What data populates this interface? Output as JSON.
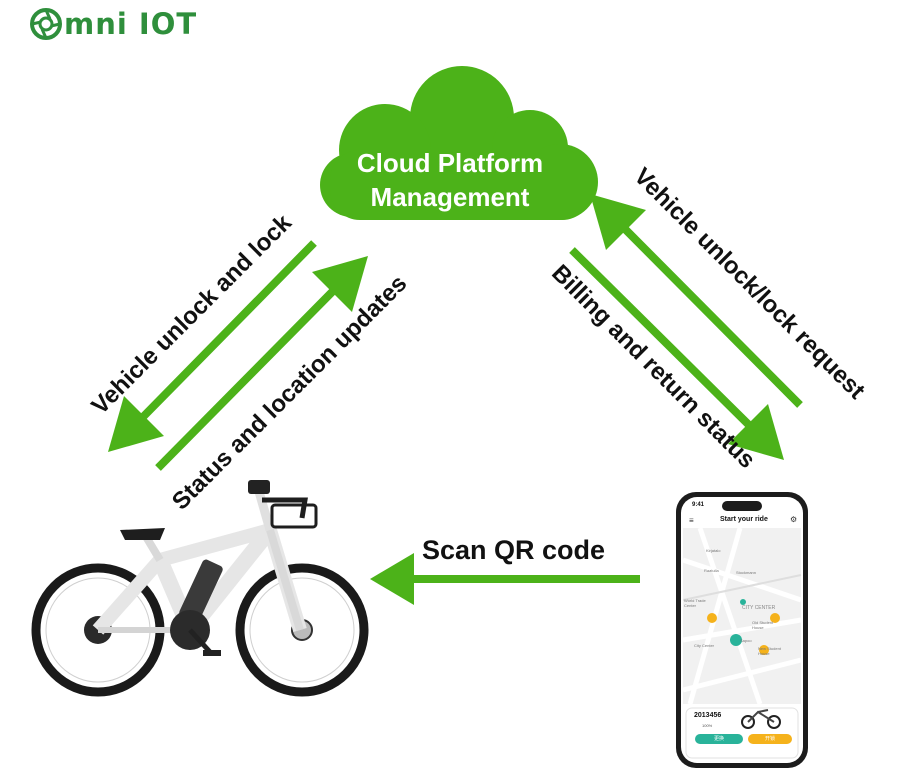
{
  "logo": {
    "text": "mni IOT"
  },
  "cloud": {
    "line1": "Cloud Platform",
    "line2": "Management"
  },
  "flows": {
    "vehicle_unlock_lock": "Vehicle unlock and lock",
    "status_location": "Status and location updates",
    "vehicle_request": "Vehicle unlock/lock request",
    "billing_return": "Billing and return status",
    "scan_qr": "Scan QR code"
  },
  "phone": {
    "time": "9:41",
    "title": "Start your ride",
    "map_labels": [
      "Kirjatalo",
      "Raatulla",
      "Stockmann",
      "World Trade Center",
      "CITY CENTER",
      "Old Student House",
      "City Center",
      "Sapoo",
      "New Student House"
    ],
    "bike_id": "2013456",
    "battery": "100%",
    "btn_left": "更换",
    "btn_right": "开锁"
  },
  "colors": {
    "green": "#4cb219",
    "dark_green": "#2f8f3c",
    "orange": "#f5b21b",
    "teal": "#29b39a"
  }
}
